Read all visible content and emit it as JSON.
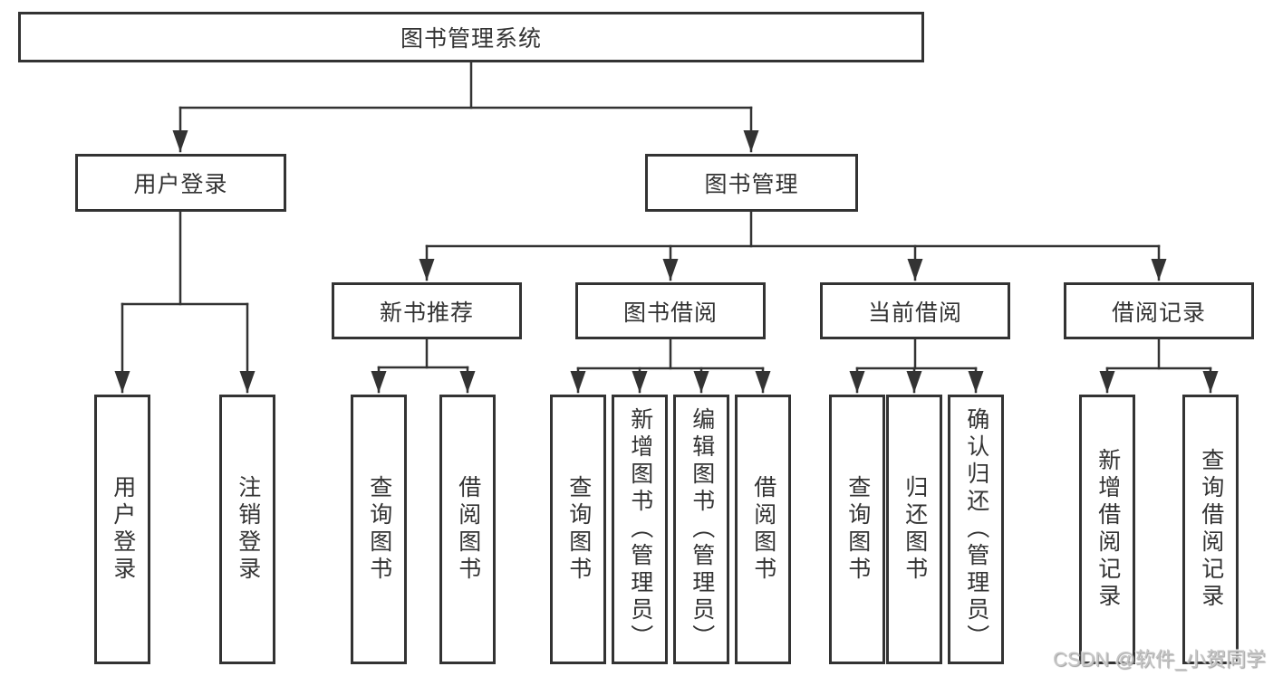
{
  "diagram": {
    "root": {
      "label": "图书管理系统"
    },
    "user_login": {
      "label": "用户登录",
      "children": [
        {
          "label": "用户登录"
        },
        {
          "label": "注销登录"
        }
      ]
    },
    "book_mgmt": {
      "label": "图书管理",
      "groups": [
        {
          "label": "新书推荐",
          "children": [
            {
              "label": "查询图书"
            },
            {
              "label": "借阅图书"
            }
          ]
        },
        {
          "label": "图书借阅",
          "children": [
            {
              "label": "查询图书"
            },
            {
              "label": "新增图书（管理员）"
            },
            {
              "label": "编辑图书（管理员）"
            },
            {
              "label": "借阅图书"
            }
          ]
        },
        {
          "label": "当前借阅",
          "children": [
            {
              "label": "查询图书"
            },
            {
              "label": "归还图书"
            },
            {
              "label": "确认归还（管理员）"
            }
          ]
        },
        {
          "label": "借阅记录",
          "children": [
            {
              "label": "新增借阅记录"
            },
            {
              "label": "查询借阅记录"
            }
          ]
        }
      ]
    }
  },
  "watermark": {
    "text": "CSDN @软件_小贺同学"
  },
  "colors": {
    "line": "#333333",
    "node_border": "#333333",
    "text": "#333333",
    "watermark": "#c6c6c6",
    "background": "#ffffff"
  }
}
